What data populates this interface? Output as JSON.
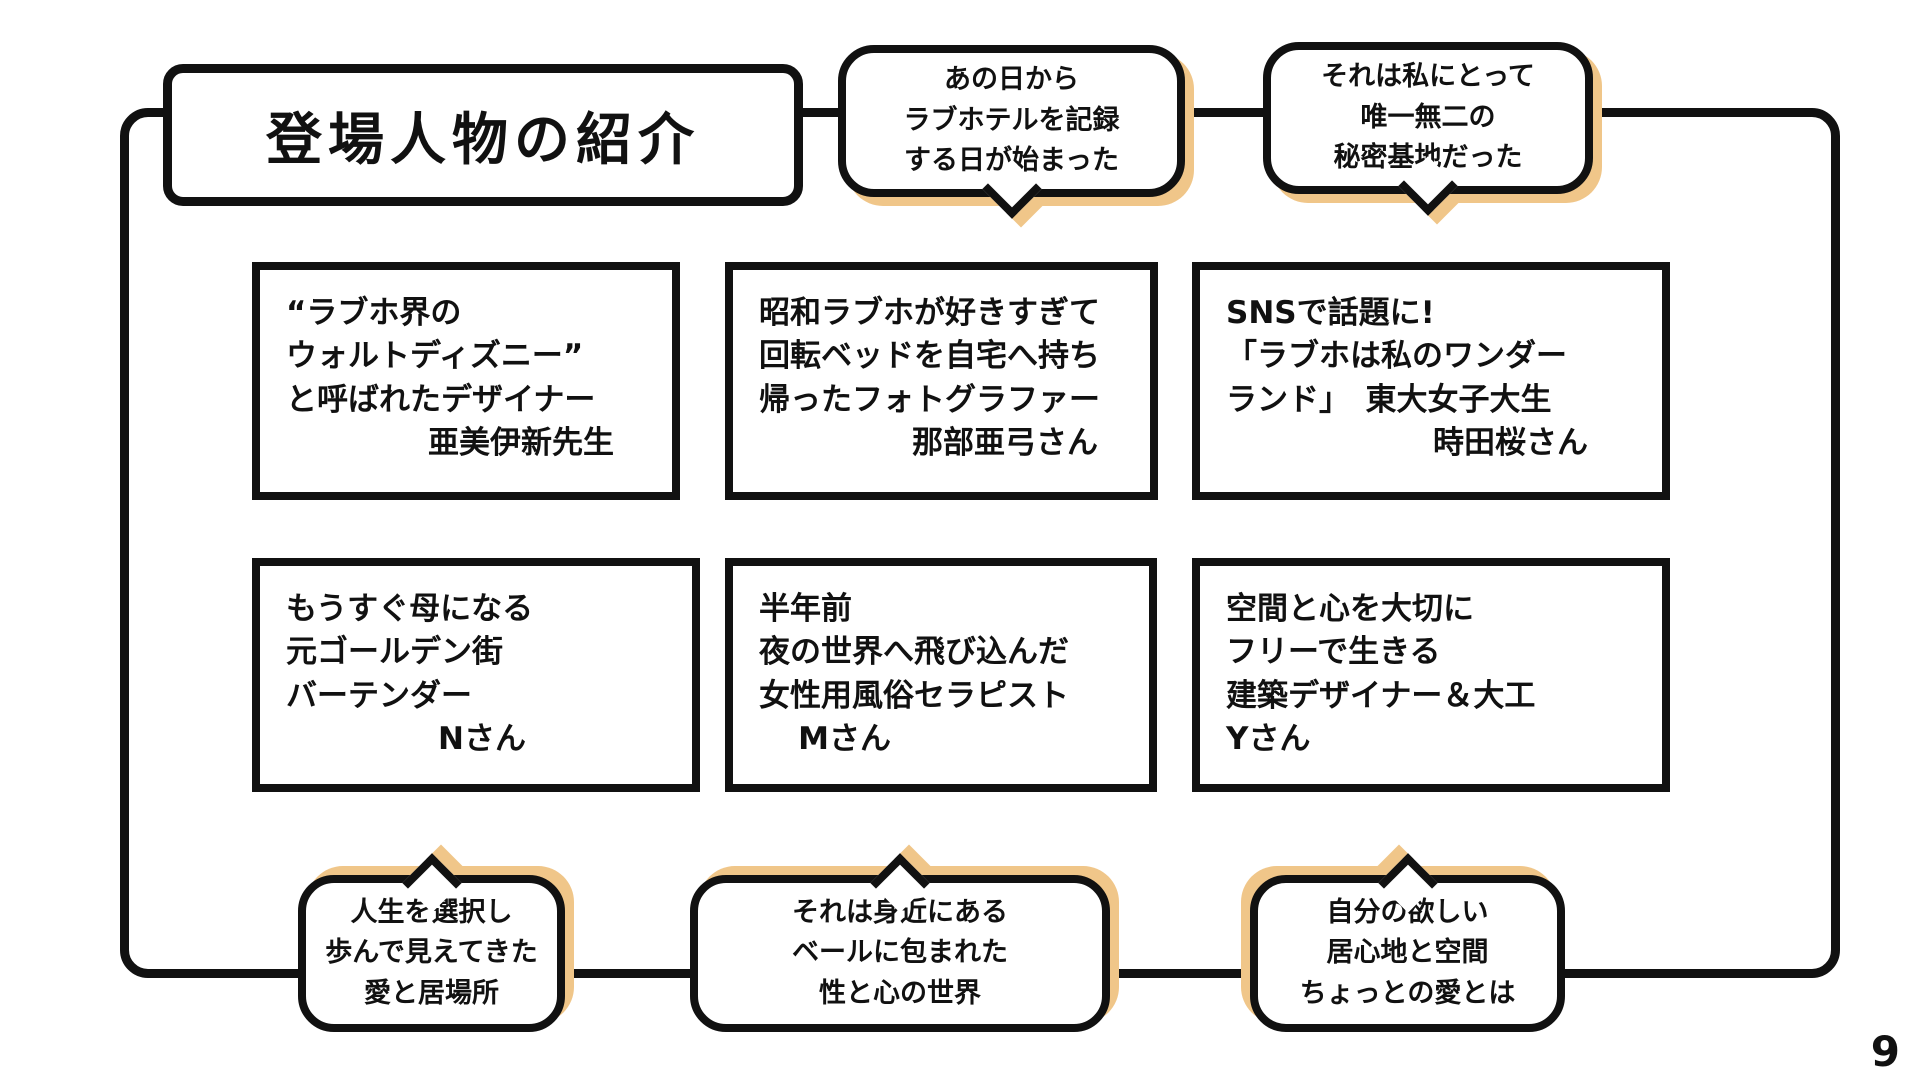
{
  "slide": {
    "title": "登場人物の紹介",
    "page_number": "9"
  },
  "top_bubbles": [
    {
      "lines": [
        "あの日から",
        "ラブホテルを記録",
        "する日が始まった"
      ]
    },
    {
      "lines": [
        "それは私にとって",
        "唯一無二の",
        "秘密基地だった"
      ]
    }
  ],
  "cards": [
    {
      "lines": [
        "“ラブホ界の",
        "ウォルトディズニー”",
        "と呼ばれたデザイナー"
      ],
      "name": "亜美伊新先生"
    },
    {
      "lines": [
        "昭和ラブホが好きすぎて",
        "回転ベッドを自宅へ持ち",
        "帰ったフォトグラファー"
      ],
      "name": "那部亜弓さん"
    },
    {
      "lines": [
        "SNSで話題に!",
        "「ラブホは私のワンダー",
        "ランド」　東大女子大生"
      ],
      "name": "時田桜さん"
    },
    {
      "lines": [
        "もうすぐ母になる",
        "元ゴールデン街",
        "バーテンダー"
      ],
      "name": "Nさん"
    },
    {
      "lines": [
        "半年前",
        "夜の世界へ飛び込んだ",
        "女性用風俗セラピスト"
      ],
      "name": "Mさん"
    },
    {
      "lines": [
        "空間と心を大切に",
        "フリーで生きる",
        "建築デザイナー＆大工"
      ],
      "name": "Yさん"
    }
  ],
  "bottom_bubbles": [
    {
      "lines": [
        "人生を選択し",
        "歩んで見えてきた",
        "愛と居場所"
      ]
    },
    {
      "lines": [
        "それは身近にある",
        "ベールに包まれた",
        "性と心の世界"
      ]
    },
    {
      "lines": [
        "自分の欲しい",
        "居心地と空間",
        "ちょっとの愛とは"
      ]
    }
  ],
  "colors": {
    "outline": "#111111",
    "card_shadow_pink": "#F2A3A0",
    "bubble_shadow_yellow": "#F0C689"
  }
}
